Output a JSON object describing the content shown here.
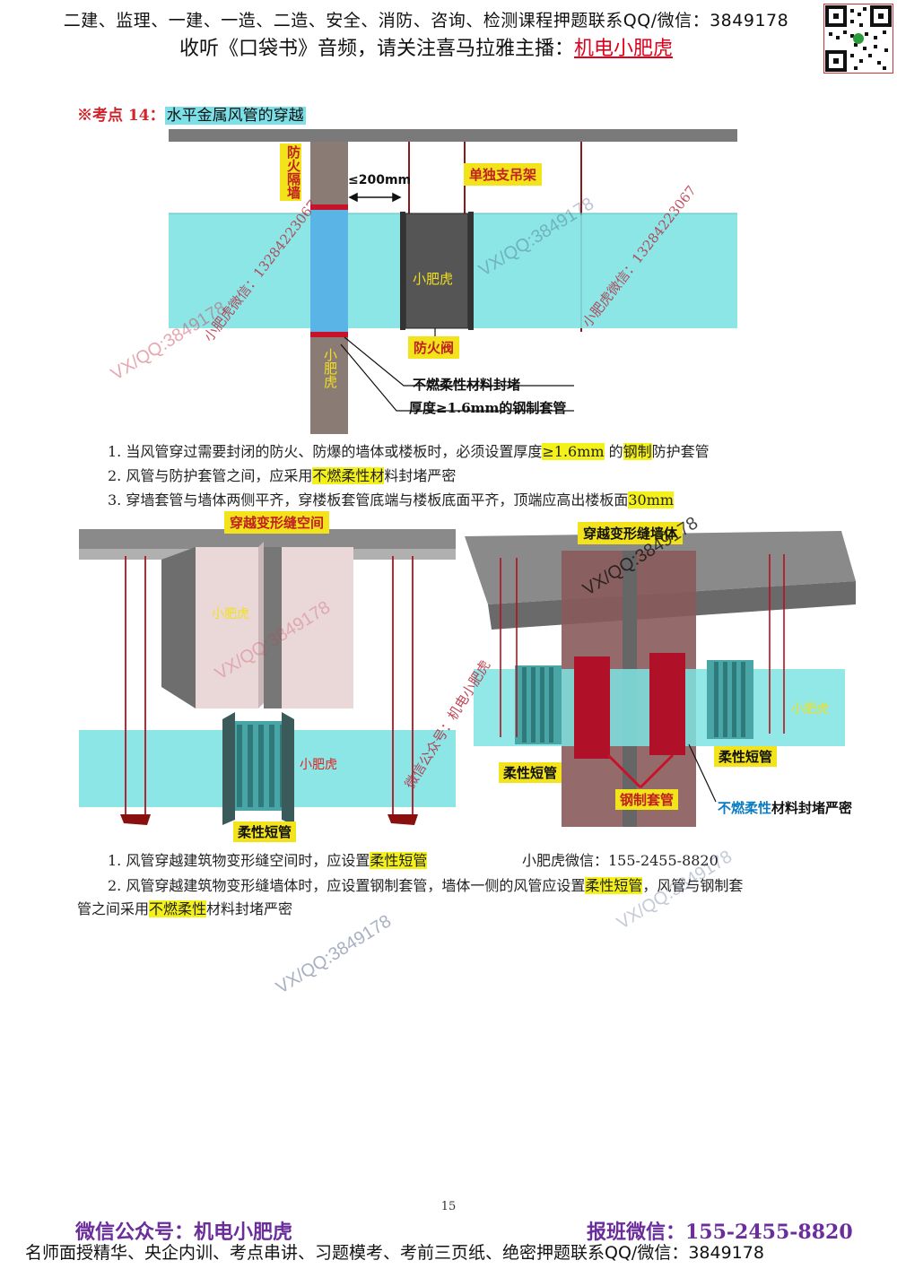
{
  "header": {
    "line1": "二建、监理、一建、一造、二造、安全、消防、咨询、检测课程押题联系QQ/微信：3849178",
    "line2_prefix": "收听《口袋书》音频，请关注喜马拉雅主播：",
    "line2_highlight": "机电小肥虎"
  },
  "section": {
    "prefix": "※考点 14：",
    "title": "水平金属风管的穿越"
  },
  "figure1": {
    "label_wall": "防火隔墙",
    "label_200": "≤200mm",
    "label_hanger": "单独支吊架",
    "label_mid": "小肥虎",
    "label_valve": "防火阀",
    "label_wall2": "小肥虎",
    "label_seal": "不燃柔性材料封堵",
    "label_sleeve": "厚度≥1.6mm的钢制套管"
  },
  "text1": {
    "l1_a": "1. 当风管穿过需要封闭的防火、防爆的墙体或楼板时，必须设置厚度",
    "l1_b": "≥1.6mm",
    "l1_c": " 的",
    "l1_d": "钢制",
    "l1_e": "防护套管",
    "l2_a": "2. 风管与防护套管之间，应采用",
    "l2_b": "不燃柔性材",
    "l2_c": "料封堵严密",
    "l3_a": "3. 穿墙套管与墙体两侧平齐，穿楼板套管底端与楼板底面平齐，顶端应高出楼板面",
    "l3_b": "30mm"
  },
  "figure2": {
    "label_top": "穿越变形缝空间",
    "label_block": "小肥虎",
    "label_duct": "小肥虎",
    "label_flex": "柔性短管"
  },
  "figure3": {
    "label_top": "穿越变形缝墙体",
    "label_duct": "小肥虎",
    "label_flex_l": "柔性短管",
    "label_flex_r": "柔性短管",
    "label_sleeve": "钢制套管",
    "label_seal_a": "不燃柔性",
    "label_seal_b": "材料封堵严密"
  },
  "text2": {
    "l1_a": "1. 风管穿越建筑物变形缝空间时，应设置",
    "l1_b": "柔性短管",
    "l1_contact": "小肥虎微信：155-2455-8820",
    "l2_a": "2. 风管穿越建筑物变形缝墙体时，应设置钢制套管，墙体一侧的风管应设置",
    "l2_b": "柔性短管",
    "l2_c": "，风管与钢制套",
    "l3_a": "管之间采用",
    "l3_b": "不燃柔性",
    "l3_c": "材料封堵严密"
  },
  "watermarks": {
    "vx": "VX/QQ:3849178",
    "wx1": "小肥虎微信：13284223067",
    "gzh": "微信公众号：机电小肥虎"
  },
  "page_number": "15",
  "footer": {
    "left": "微信公众号：机电小肥虎",
    "right": "报班微信：155-2455-8820",
    "bottom": "名师面授精华、央企内训、考点串讲、习题模考、考前三页纸、绝密押题联系QQ/微信：3849178"
  },
  "colors": {
    "duct": "#7fe3e3",
    "wall": "#8a7b74",
    "label_bg": "#f2e31a",
    "sleeve_red": "#c8122a",
    "highlight_yellow": "#f4f118"
  }
}
